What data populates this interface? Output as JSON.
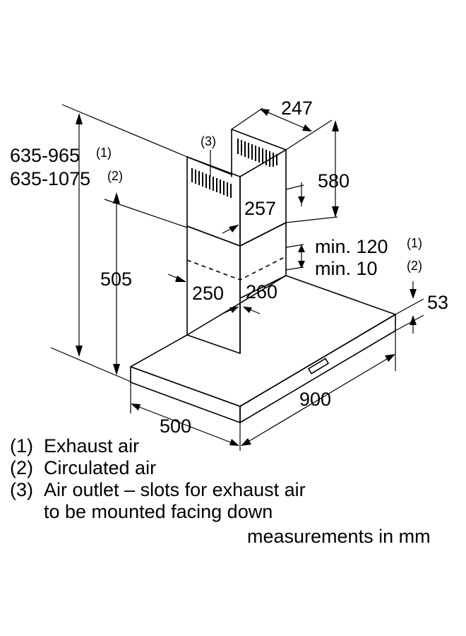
{
  "dimensions": {
    "total_height_1": "635-965",
    "total_height_1_ref": "(1)",
    "total_height_2": "635-1075",
    "total_height_2_ref": "(2)",
    "outlet_ref": "(3)",
    "chimney_width": "247",
    "upper_chimney_height": "580",
    "chimney_depth": "257",
    "min_clearance_1": "min. 120",
    "min_clearance_1_ref": "(1)",
    "min_clearance_2": "min. 10",
    "min_clearance_2_ref": "(2)",
    "bottom_height": "505",
    "chimney_left": "250",
    "chimney_right": "260",
    "canopy_thickness": "53",
    "width": "900",
    "depth": "500"
  },
  "legend": [
    {
      "ref": "(1)",
      "text": "Exhaust air"
    },
    {
      "ref": "(2)",
      "text": "Circulated air"
    },
    {
      "ref": "(3)",
      "text": "Air outlet – slots for exhaust air"
    },
    {
      "ref": "",
      "text": "to be mounted facing down"
    }
  ],
  "units_note": "measurements in mm"
}
